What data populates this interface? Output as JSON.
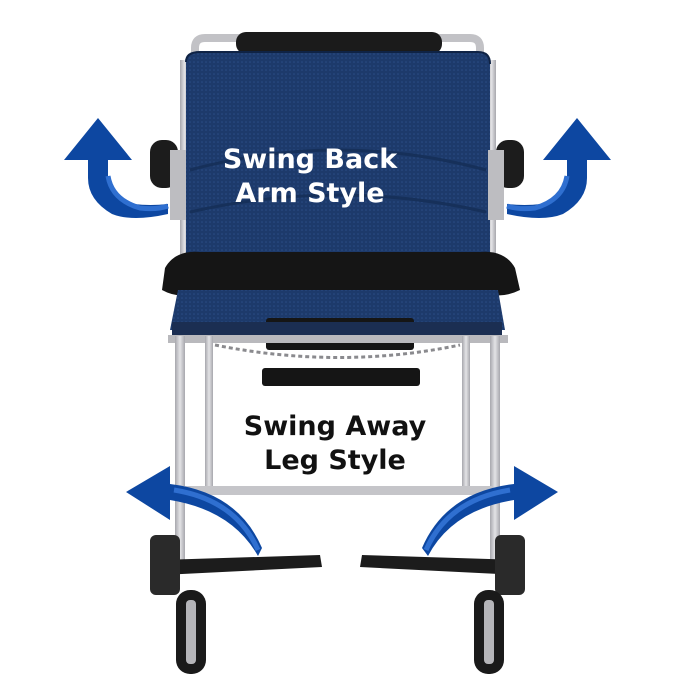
{
  "photo": {
    "subject": "transport wheelchair, front view"
  },
  "labels": {
    "back_line1": "Swing Back",
    "back_line2": "Arm Style",
    "leg_line1": "Swing Away",
    "leg_line2": "Leg Style"
  },
  "colors": {
    "arrow_blue": "#0d47a1",
    "arrow_light": "#2f6fd0",
    "seat_navy": "#1d3a6b",
    "frame_silver": "#c8c8cc",
    "strap_black": "#1a1a1a"
  },
  "icons": {
    "arrows": "curved-arrow-icon"
  }
}
